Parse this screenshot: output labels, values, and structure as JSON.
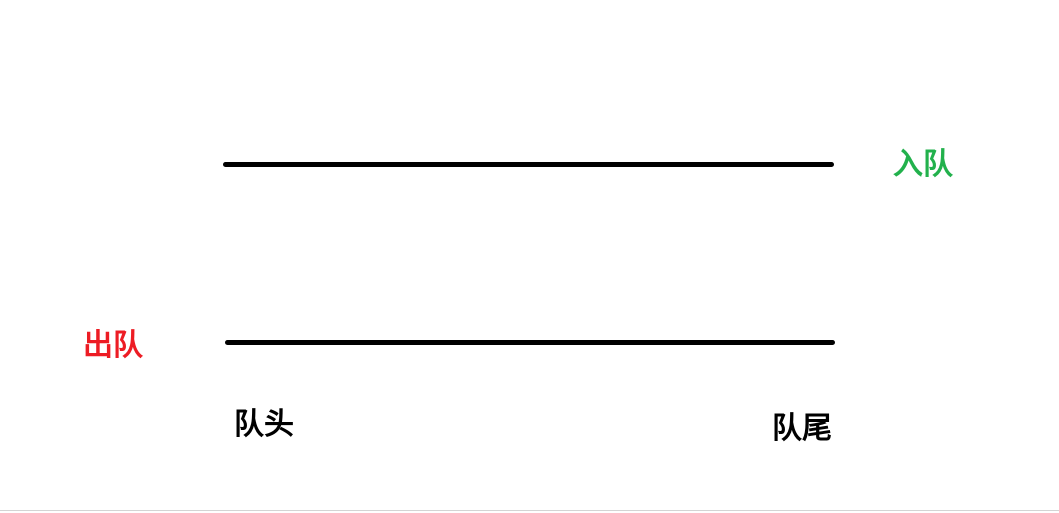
{
  "diagram": {
    "labels": {
      "enqueue": "入队",
      "dequeue": "出队",
      "head": "队头",
      "tail": "队尾"
    },
    "colors": {
      "enqueue": "#22b14c",
      "dequeue": "#ed1c24",
      "line": "#000000",
      "text": "#000000"
    }
  }
}
